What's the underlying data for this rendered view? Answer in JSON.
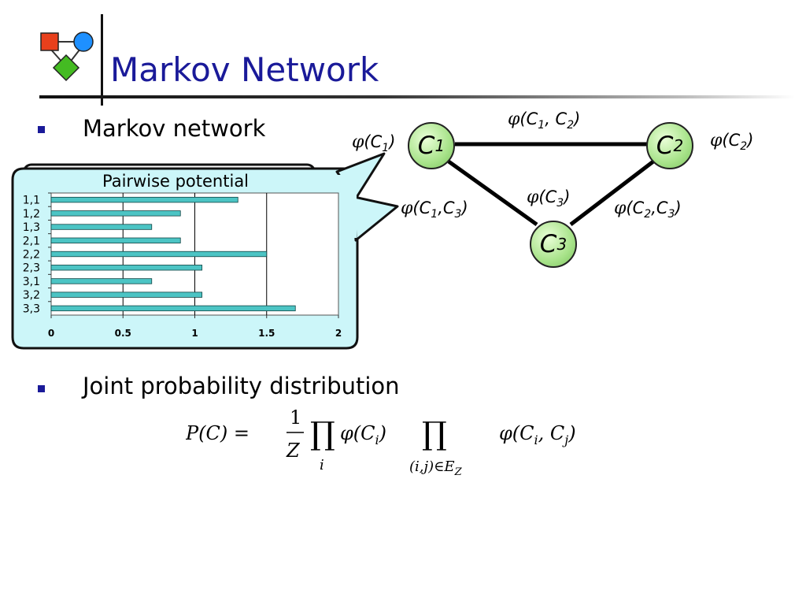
{
  "slide": {
    "title": "Markov Network",
    "bullets": [
      {
        "text": "Markov network"
      },
      {
        "text": "Joint probability distribution"
      }
    ]
  },
  "graph": {
    "nodes": [
      {
        "id": "C1",
        "base": "C",
        "sub": "1"
      },
      {
        "id": "C2",
        "base": "C",
        "sub": "2"
      },
      {
        "id": "C3",
        "base": "C",
        "sub": "3"
      }
    ],
    "labels": {
      "phi": "φ",
      "phi_c1": {
        "open": "(C",
        "sub": "1",
        "close": ")"
      },
      "phi_c2": {
        "open": "(C",
        "sub": "2",
        "close": ")"
      },
      "phi_c3": {
        "open": "(C",
        "sub": "3",
        "close": ")"
      },
      "phi_c1c2": {
        "open": "(C",
        "sub1": "1",
        "mid": ", C",
        "sub2": "2",
        "close": ")"
      },
      "phi_c1c3": {
        "open": "(C",
        "sub1": "1",
        "mid": ",C",
        "sub2": "3",
        "close": ")"
      },
      "phi_c2c3": {
        "open": "(C",
        "sub1": "2",
        "mid": ",C",
        "sub2": "3",
        "close": ")"
      }
    }
  },
  "callout": {
    "title": "Pairwise potential"
  },
  "chart_data": {
    "type": "bar",
    "orientation": "horizontal",
    "title": "Pairwise potential",
    "categories": [
      "1,1",
      "1,2",
      "1,3",
      "2,1",
      "2,2",
      "2,3",
      "3,1",
      "3,2",
      "3,3"
    ],
    "values": [
      1.3,
      0.9,
      0.7,
      0.9,
      1.5,
      1.05,
      0.7,
      1.05,
      1.7
    ],
    "xlim": [
      0,
      2
    ],
    "xticks": [
      "0",
      "0.5",
      "1",
      "1.5",
      "2"
    ],
    "grid": true,
    "bar_color": "#4cc4c4"
  },
  "formula": {
    "lhs": "P(C) =",
    "numerator": "1",
    "denominator": "Z",
    "prod": "∏",
    "index_i": "i",
    "term1": "φ(C",
    "term1_sub": "i",
    "term1_close": ")",
    "index_edge": "(i,j)∈E",
    "index_edge_sub": "Z",
    "term2": "φ(C",
    "term2_sub1": "i",
    "term2_mid": ", C",
    "term2_sub2": "j",
    "term2_close": ")"
  },
  "colors": {
    "title": "#1a1a99",
    "callout_fill": "#ccf6f9",
    "node_fill": "#a8e38a",
    "logo_square": "#e8401c",
    "logo_circle": "#1e90ff",
    "logo_diamond": "#44bb22"
  }
}
